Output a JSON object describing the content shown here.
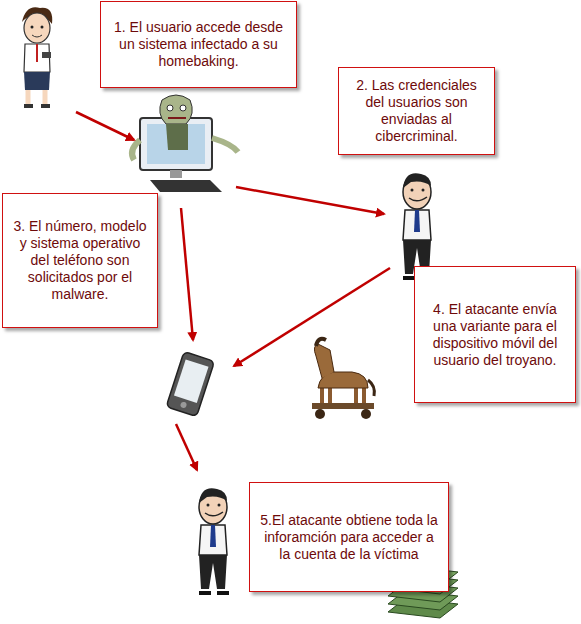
{
  "diagram": {
    "nodes": [
      {
        "text": [
          "1. El usuario accede desde un sistema infectado a su homebaking."
        ]
      },
      {
        "text": [
          "2. Las credenciales del usuarios son enviadas al cibercriminal."
        ]
      },
      {
        "text": [
          "3. El número, modelo y sistema operativo del teléfono son solicitados por el malware."
        ]
      },
      {
        "text": [
          "4. El atacante envía una variante para el dispositivo móvil del usuario del troyano."
        ]
      },
      {
        "text": [
          "5.El atacante obtiene toda la inforamción para acceder a la cuenta de la víctima"
        ]
      }
    ]
  }
}
